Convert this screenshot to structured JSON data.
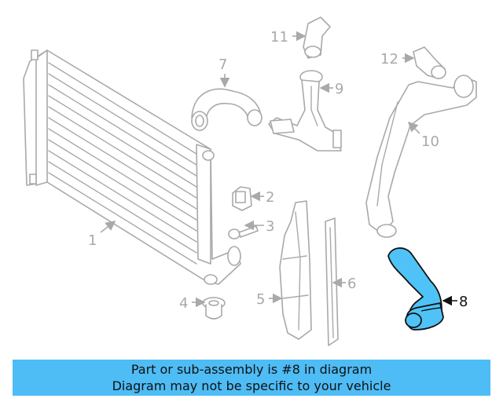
{
  "callouts": [
    {
      "number": "1",
      "highlighted": false
    },
    {
      "number": "2",
      "highlighted": false
    },
    {
      "number": "3",
      "highlighted": false
    },
    {
      "number": "4",
      "highlighted": false
    },
    {
      "number": "5",
      "highlighted": false
    },
    {
      "number": "6",
      "highlighted": false
    },
    {
      "number": "7",
      "highlighted": false
    },
    {
      "number": "8",
      "highlighted": true
    },
    {
      "number": "9",
      "highlighted": false
    },
    {
      "number": "10",
      "highlighted": false
    },
    {
      "number": "11",
      "highlighted": false
    },
    {
      "number": "12",
      "highlighted": false
    }
  ],
  "banner": {
    "line1": "Part or sub-assembly is #8 in diagram",
    "line2": "Diagram may not be specific to your vehicle"
  },
  "colors": {
    "highlight_fill": "#4fc3f7",
    "banner_bg": "#4ebcf5",
    "part_outline": "#a9a9a9",
    "active_outline": "#111111"
  }
}
